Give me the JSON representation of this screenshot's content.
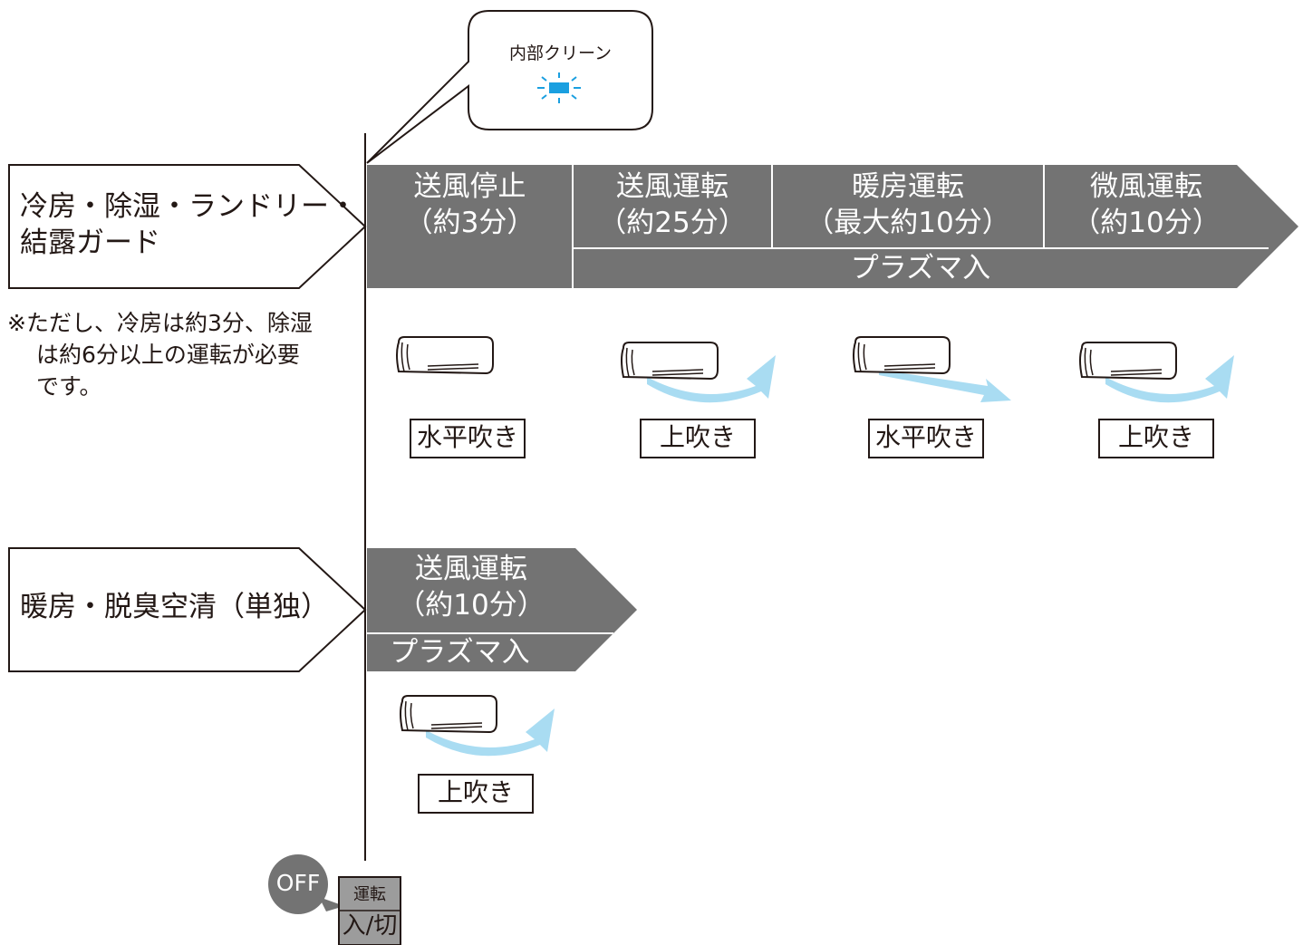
{
  "indicator": {
    "label": "内部クリーン",
    "lamp_color": "#1a9fe0"
  },
  "row1": {
    "mode_label_line1": "冷房・除湿・ランドリー・",
    "mode_label_line2": "結露ガード",
    "note_line1": "※ただし、冷房は約3分、除湿",
    "note_line2": "は約6分以上の運転が必要",
    "note_line3": "です。",
    "segments": [
      {
        "name": "送風停止",
        "duration": "（約3分）",
        "louver": "水平吹き"
      },
      {
        "name": "送風運転",
        "duration": "（約25分）",
        "louver": "上吹き"
      },
      {
        "name": "暖房運転",
        "duration": "（最大約10分）",
        "louver": "水平吹き"
      },
      {
        "name": "微風運転",
        "duration": "（約10分）",
        "louver": "上吹き"
      }
    ],
    "plasma": "プラズマ入"
  },
  "row2": {
    "mode_label": "暖房・脱臭空清（単独）",
    "segment": {
      "name": "送風運転",
      "duration": "（約10分）",
      "louver": "上吹き"
    },
    "plasma": "プラズマ入"
  },
  "button": {
    "off_label": "OFF",
    "top_label": "運転",
    "bottom_label": "入/切"
  },
  "colors": {
    "bar": "#737373",
    "airflow": "#a9dcf2",
    "off_circle": "#737373",
    "button": "#9c9c9c"
  }
}
